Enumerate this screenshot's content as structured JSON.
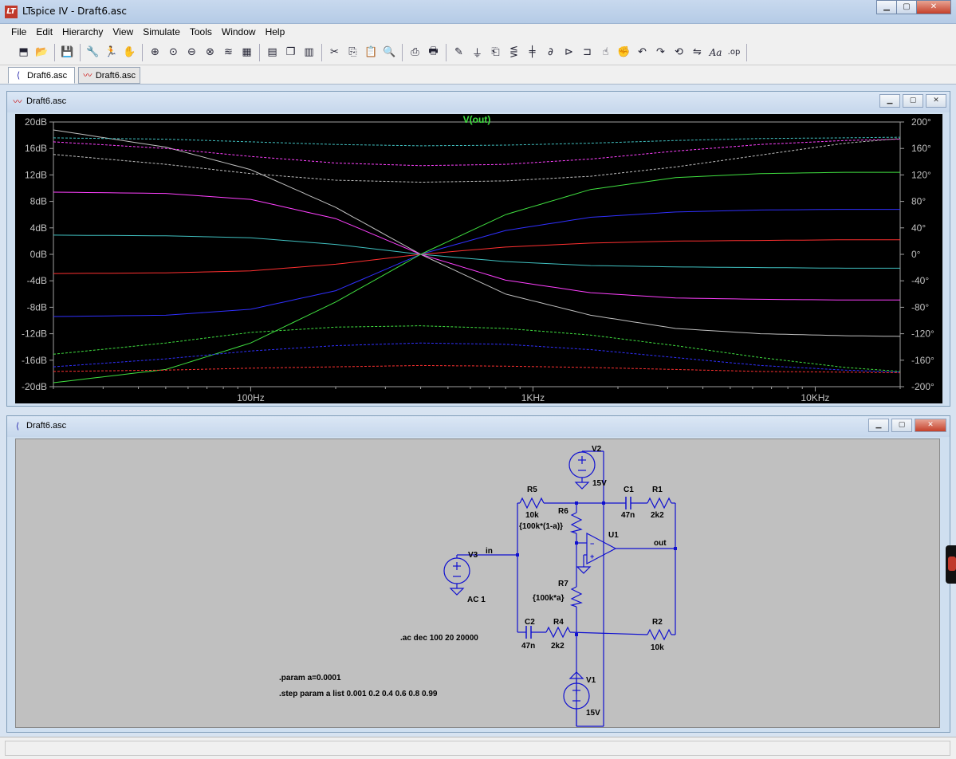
{
  "app": {
    "title": "LTspice IV - Draft6.asc",
    "icon": "ltspice-logo-icon",
    "window_buttons": {
      "minimize": "▁",
      "maximize": "▢",
      "close": "✕"
    }
  },
  "menu": [
    "File",
    "Edit",
    "Hierarchy",
    "View",
    "Simulate",
    "Tools",
    "Window",
    "Help"
  ],
  "toolbar": [
    "new-schematic-icon",
    "open-icon",
    "save-icon",
    "control-panel-icon",
    "run-icon",
    "halt-icon",
    "zoom-in-icon",
    "zoom-pan-icon",
    "zoom-out-icon",
    "zoom-fit-icon",
    "autorange-icon",
    "grid-icon",
    "tile-horizontal-icon",
    "cascade-icon",
    "tile-vertical-icon",
    "cut-icon",
    "copy-icon",
    "paste-icon",
    "find-icon",
    "print-setup-icon",
    "print-icon",
    "wire-icon",
    "ground-icon",
    "label-icon",
    "resistor-icon",
    "capacitor-icon",
    "inductor-icon",
    "diode-icon",
    "component-icon",
    "move-icon",
    "drag-icon",
    "undo-icon",
    "redo-icon",
    "rotate-icon",
    "mirror-icon",
    "text-icon",
    "spice-directive-icon"
  ],
  "toolbar_glyphs": [
    "⬒",
    "📂",
    "💾",
    "🔧",
    "🏃",
    "✋",
    "⊕",
    "⊙",
    "⊖",
    "⊗",
    "≋",
    "▦",
    "▤",
    "❐",
    "▥",
    "✂",
    "⎘",
    "📋",
    "🔍",
    "⎙",
    "🖶",
    "✎",
    "⏚",
    "⎗",
    "⋚",
    "╪",
    "∂",
    "⊳",
    "⊐",
    "☝",
    "✊",
    "↶",
    "↷",
    "⟲",
    "⇋",
    "Aa",
    ".op"
  ],
  "tabs": [
    {
      "label": "Draft6.asc",
      "icon": "schematic-icon",
      "active": true
    },
    {
      "label": "Draft6.asc",
      "icon": "waveform-icon",
      "active": false
    }
  ],
  "plot_window": {
    "title": "Draft6.asc",
    "icon": "waveform-icon",
    "trace_label": "V(out)",
    "left_axis_ticks": [
      "20dB",
      "16dB",
      "12dB",
      "8dB",
      "4dB",
      "0dB",
      "-4dB",
      "-8dB",
      "-12dB",
      "-16dB",
      "-20dB"
    ],
    "right_axis_ticks": [
      "200°",
      "160°",
      "120°",
      "80°",
      "40°",
      "0°",
      "-40°",
      "-80°",
      "-120°",
      "-160°",
      "-200°"
    ],
    "x_axis_ticks": [
      "100Hz",
      "1KHz",
      "10KHz"
    ]
  },
  "chart_data": {
    "type": "line",
    "title": "V(out)",
    "xlabel": "",
    "ylabel": "",
    "x_scale": "log",
    "x_range_hz": [
      20,
      20000
    ],
    "y_range_db": [
      -20,
      20
    ],
    "y2_range_deg": [
      -200,
      200
    ],
    "center_frequency_hz": 400,
    "x_points_hz": [
      20,
      50,
      100,
      200,
      400,
      800,
      1600,
      3200,
      6400,
      12800,
      20000
    ],
    "series": [
      {
        "color": "#c0c0c0",
        "style": "solid",
        "values_db": [
          18.8,
          16.2,
          12.8,
          7.1,
          0,
          -6.0,
          -9.2,
          -11.2,
          -12.0,
          -12.3,
          -12.4
        ]
      },
      {
        "color": "#ff40ff",
        "style": "solid",
        "values_db": [
          9.4,
          9.2,
          8.3,
          5.4,
          0,
          -3.9,
          -5.8,
          -6.6,
          -6.8,
          -6.9,
          -6.9
        ]
      },
      {
        "color": "#40c0c0",
        "style": "solid",
        "values_db": [
          2.9,
          2.8,
          2.5,
          1.5,
          0,
          -1.1,
          -1.7,
          -1.9,
          -2.0,
          -2.1,
          -2.1
        ]
      },
      {
        "color": "#ff3030",
        "style": "solid",
        "values_db": [
          -2.9,
          -2.8,
          -2.5,
          -1.5,
          0,
          1.1,
          1.7,
          2.0,
          2.1,
          2.2,
          2.2
        ]
      },
      {
        "color": "#3030ff",
        "style": "solid",
        "values_db": [
          -9.4,
          -9.2,
          -8.3,
          -5.5,
          0,
          3.6,
          5.6,
          6.4,
          6.7,
          6.8,
          6.8
        ]
      },
      {
        "color": "#40e040",
        "style": "solid",
        "values_db": [
          -19.4,
          -17.4,
          -13.4,
          -7.2,
          0,
          6.0,
          9.8,
          11.6,
          12.2,
          12.4,
          12.4
        ]
      },
      {
        "color": "#40c0c0",
        "style": "dashed",
        "values_deg": [
          176,
          174,
          170,
          166,
          164,
          165,
          168,
          172,
          175,
          176,
          177
        ]
      },
      {
        "color": "#ff40ff",
        "style": "dashed",
        "values_deg": [
          170,
          160,
          148,
          138,
          134,
          136,
          144,
          156,
          166,
          172,
          174
        ]
      },
      {
        "color": "#c0c0c0",
        "style": "dashed",
        "values_deg": [
          151,
          136,
          122,
          112,
          109,
          111,
          118,
          132,
          150,
          168,
          175
        ]
      },
      {
        "color": "#40e040",
        "style": "dashed",
        "values_deg": [
          -151,
          -134,
          -118,
          -110,
          -108,
          -112,
          -122,
          -138,
          -156,
          -171,
          -177
        ]
      },
      {
        "color": "#3030ff",
        "style": "dashed",
        "values_deg": [
          -170,
          -158,
          -146,
          -138,
          -134,
          -136,
          -144,
          -156,
          -168,
          -175,
          -178
        ]
      },
      {
        "color": "#ff3030",
        "style": "dashed",
        "values_deg": [
          -177,
          -175,
          -172,
          -170,
          -168,
          -169,
          -171,
          -174,
          -177,
          -178,
          -179
        ]
      }
    ]
  },
  "schematic_window": {
    "title": "Draft6.asc",
    "icon": "schematic-icon",
    "components": {
      "V2": {
        "name": "V2",
        "value": "15V"
      },
      "V1": {
        "name": "V1",
        "value": "15V"
      },
      "V3": {
        "name": "V3",
        "value": "AC 1"
      },
      "R5": {
        "name": "R5",
        "value": "10k"
      },
      "R6": {
        "name": "R6",
        "value": "{100k*(1-a)}"
      },
      "R7": {
        "name": "R7",
        "value": "{100k*a}"
      },
      "C1": {
        "name": "C1",
        "value": "47n"
      },
      "R1": {
        "name": "R1",
        "value": "2k2"
      },
      "C2": {
        "name": "C2",
        "value": "47n"
      },
      "R4": {
        "name": "R4",
        "value": "2k2"
      },
      "R2": {
        "name": "R2",
        "value": "10k"
      },
      "U1": {
        "name": "U1"
      }
    },
    "net_labels": {
      "in": "in",
      "out": "out"
    },
    "directives": {
      "ac": ".ac dec 100 20 20000",
      "param": ".param a=0.0001",
      "step": ".step param a list 0.001 0.2 0.4 0.6 0.8 0.99"
    }
  }
}
